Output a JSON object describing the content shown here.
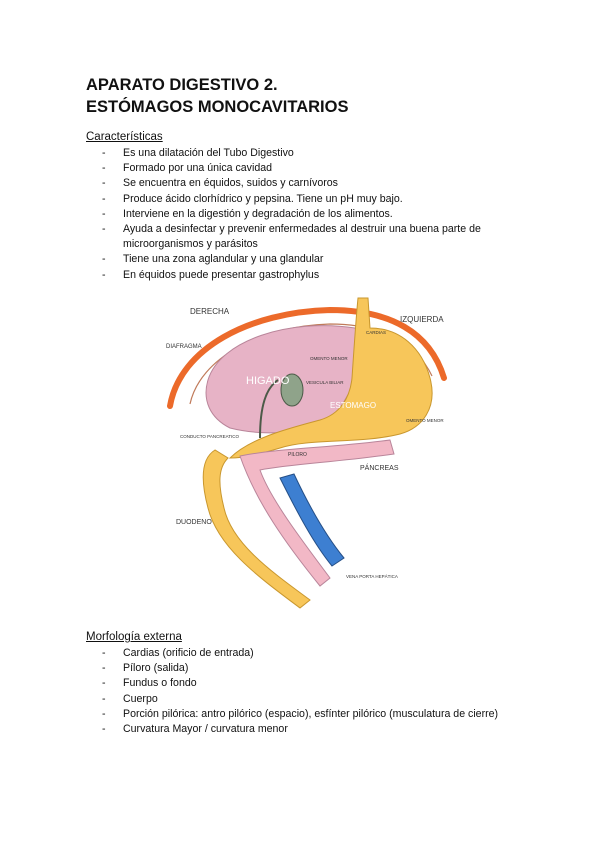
{
  "title": {
    "line1": "APARATO DIGESTIVO 2.",
    "line2": "ESTÓMAGOS MONOCAVITARIOS"
  },
  "caracteristicas": {
    "heading": "Características",
    "items": [
      "Es una dilatación del Tubo Digestivo",
      "Formado por una única cavidad",
      "Se encuentra en équidos, suidos y carnívoros",
      "Produce ácido clorhídrico y pepsina. Tiene un pH muy bajo.",
      "Interviene en la digestión y degradación de los alimentos.",
      "Ayuda a desinfectar y prevenir enfermedades al destruir una buena parte de microorganismos y parásitos",
      "Tiene una zona aglandular y una glandular",
      "En équidos puede presentar gastrophylus"
    ]
  },
  "figure": {
    "labels": {
      "derecha": "DERECHA",
      "izquierda": "IZQUIERDA",
      "diafragma": "DIAFRAGMA",
      "higado": "HIGADO",
      "vesicula": "VESICULA BILIAR",
      "omento_menor_top": "OMENTO MENOR",
      "cardias": "CARDIAS",
      "estomago": "ESTOMAGO",
      "omento_menor_right": "OMENTO MENOR",
      "conducto_pancreatico": "CONDUCTO PANCREATICO",
      "piloro": "PILORO",
      "pancreas": "PÁNCREAS",
      "duodeno": "DUODENO",
      "vena_porta": "VENA PORTA HEPÁTICA"
    },
    "colors": {
      "liver": "#e7b3c6",
      "stomach": "#f7c65a",
      "diaphragm": "#ec6a2a",
      "pancreas": "#f2b8c6",
      "vein": "#3d7fd1",
      "gallbladder": "#8fa38a"
    }
  },
  "morfologia": {
    "heading": "Morfología externa",
    "items": [
      "Cardias (orificio de entrada)",
      "Píloro (salida)",
      "Fundus o fondo",
      "Cuerpo",
      "Porción pilórica: antro pilórico (espacio), esfínter pilórico (musculatura de cierre)",
      "Curvatura Mayor / curvatura menor"
    ]
  },
  "bullet_marker": "-"
}
